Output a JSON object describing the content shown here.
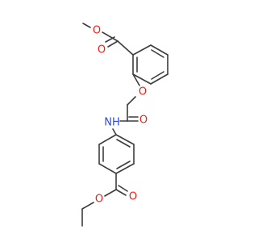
{
  "molecule": {
    "atom_labels": {
      "ester_carbonyl_o_top": "O",
      "ester_ether_o_top": "O",
      "ether_o_ring": "O",
      "amide_carbonyl_o": "O",
      "amide_nh": "NH",
      "ester_carbonyl_o_bottom": "O",
      "ester_ether_o_bottom": "O"
    },
    "colors": {
      "bond": "#3c3c3c",
      "oxygen": "#e8231a",
      "nitrogen": "#2f4bd6"
    }
  }
}
